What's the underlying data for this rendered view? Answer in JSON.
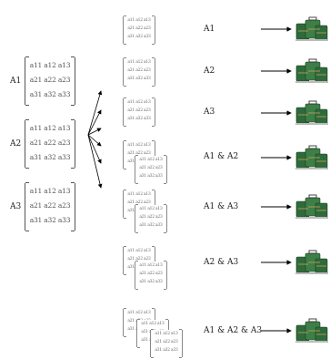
{
  "source_matrices": [
    {
      "label": "A1",
      "rows": [
        "a11 a12 a13",
        "a21 a22 a23",
        "a31 a32 a33"
      ]
    },
    {
      "label": "A2",
      "rows": [
        "a11 a12 a13",
        "a21 a22 a23",
        "a31 a32 a33"
      ]
    },
    {
      "label": "A3",
      "rows": [
        "a11 a12 a13",
        "a21 a22 a23",
        "a31 a32 a33"
      ]
    }
  ],
  "combinations": [
    {
      "label": "A1",
      "stack": 1
    },
    {
      "label": "A2",
      "stack": 1
    },
    {
      "label": "A3",
      "stack": 1
    },
    {
      "label": "A1 & A2",
      "stack": 2
    },
    {
      "label": "A1 & A3",
      "stack": 2
    },
    {
      "label": "A2 & A3",
      "stack": 2
    },
    {
      "label": "A1 & A2 & A3",
      "stack": 3
    }
  ],
  "small_matrix_rows": [
    "a11 a12 a13",
    "a21 a22 a23",
    "a31 a32 a33"
  ],
  "icon": "luggage-icon",
  "colors": {
    "luggage": "#2f6b3a",
    "arrow": "#000000",
    "bracket": "#555555"
  }
}
